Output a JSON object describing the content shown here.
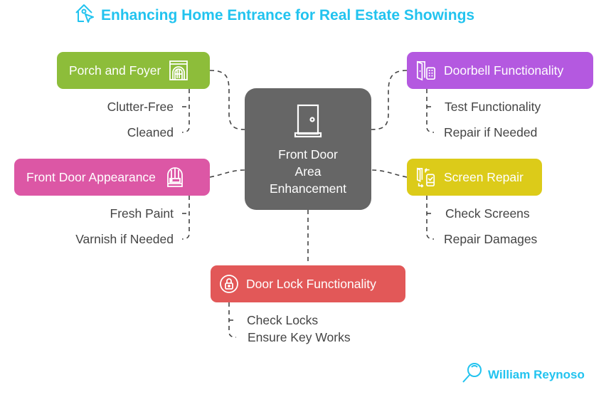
{
  "title": "Enhancing Home Entrance for Real Estate Showings",
  "title_icon": "house-cursor-icon",
  "center": {
    "label": "Front Door Area Enhancement",
    "icon": "door-icon",
    "color": "#666666"
  },
  "branches": {
    "porch": {
      "label": "Porch and Foyer",
      "icon": "archway-icon",
      "color": "#8dbd3a",
      "items": [
        "Clutter-Free",
        "Cleaned"
      ]
    },
    "appearance": {
      "label": "Front Door Appearance",
      "icon": "wooden-door-icon",
      "color": "#dc57a5",
      "items": [
        "Fresh Paint",
        "Varnish if Needed"
      ]
    },
    "doorbell": {
      "label": "Doorbell Functionality",
      "icon": "door-keypad-icon",
      "color": "#b459e0",
      "items": [
        "Test Functionality",
        "Repair if Needed"
      ]
    },
    "screen": {
      "label": "Screen Repair",
      "icon": "screen-swap-icon",
      "color": "#dccb19",
      "items": [
        "Check Screens",
        "Repair Damages"
      ]
    },
    "lock": {
      "label": "Door Lock Functionality",
      "icon": "padlock-icon",
      "color": "#e25858",
      "items": [
        "Check Locks",
        "Ensure Key Works"
      ]
    }
  },
  "brand": {
    "name": "William Reynoso",
    "icon": "magnifier-icon",
    "color": "#22c3ef"
  }
}
